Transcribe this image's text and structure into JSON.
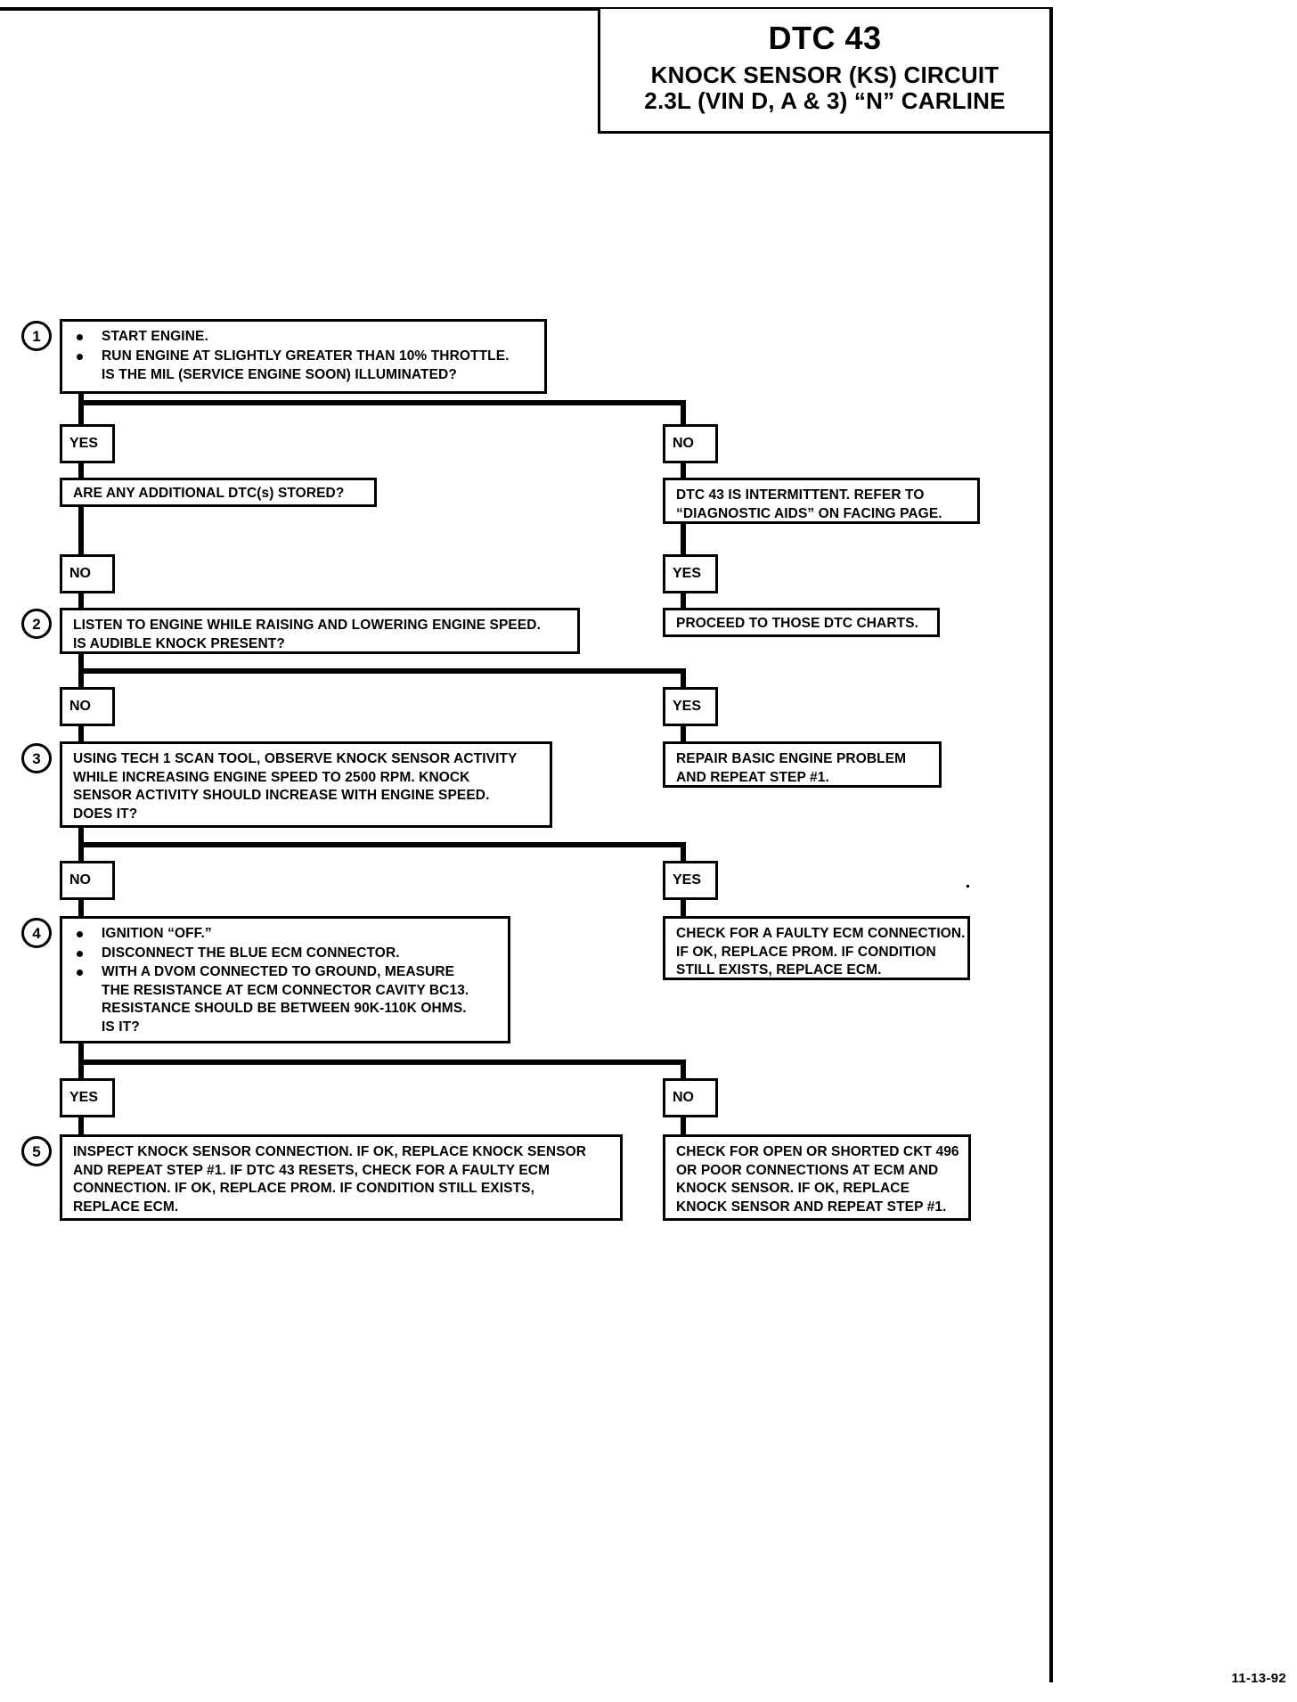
{
  "title": {
    "code": "DTC 43",
    "line2": "KNOCK SENSOR (KS) CIRCUIT",
    "line3": "2.3L  (VIN D, A & 3)  “N”  CARLINE"
  },
  "labels": {
    "yes": "YES",
    "no": "NO"
  },
  "steps": {
    "one": "1",
    "two": "2",
    "three": "3",
    "four": "4",
    "five": "5"
  },
  "boxes": {
    "step1": {
      "bullet1": "START ENGINE.",
      "bullet2": "RUN ENGINE AT SLIGHTLY GREATER THAN 10% THROTTLE.",
      "line3": "IS THE MIL (SERVICE ENGINE SOON) ILLUMINATED?"
    },
    "additional_dtc": {
      "line1": "ARE ANY ADDITIONAL DTC(s) STORED?"
    },
    "intermittent": {
      "line1": "DTC 43 IS INTERMITTENT.  REFER TO",
      "line2": "“DIAGNOSTIC AIDS” ON FACING PAGE."
    },
    "step2": {
      "line1": "LISTEN TO ENGINE WHILE RAISING AND LOWERING ENGINE SPEED.",
      "line2": "IS AUDIBLE KNOCK PRESENT?"
    },
    "proceed_charts": {
      "line1": "PROCEED TO THOSE DTC CHARTS."
    },
    "step3": {
      "line1": "USING TECH 1 SCAN TOOL, OBSERVE KNOCK SENSOR ACTIVITY",
      "line2": "WHILE INCREASING ENGINE SPEED TO 2500 RPM.  KNOCK",
      "line3": "SENSOR ACTIVITY SHOULD INCREASE WITH ENGINE SPEED.",
      "line4": "DOES IT?"
    },
    "repair_basic": {
      "line1": "REPAIR BASIC ENGINE PROBLEM",
      "line2": "AND REPEAT STEP #1."
    },
    "step4": {
      "bullet1": "IGNITION “OFF.”",
      "bullet2": "DISCONNECT THE BLUE ECM CONNECTOR.",
      "bullet3": "WITH A DVOM CONNECTED TO GROUND, MEASURE",
      "bullet3b": "THE RESISTANCE AT ECM CONNECTOR CAVITY BC13.",
      "bullet3c": "RESISTANCE SHOULD BE BETWEEN 90K-110K OHMS.",
      "bullet3d": "IS IT?"
    },
    "faulty_ecm": {
      "line1": "CHECK FOR A FAULTY ECM CONNECTION.",
      "line2": "IF OK, REPLACE PROM.  IF CONDITION",
      "line3": "STILL EXISTS, REPLACE ECM."
    },
    "step5": {
      "line1": "INSPECT KNOCK SENSOR CONNECTION.  IF OK, REPLACE KNOCK SENSOR",
      "line2": "AND REPEAT STEP #1.  IF DTC 43 RESETS, CHECK FOR A FAULTY ECM",
      "line3": "CONNECTION.  IF OK, REPLACE PROM.  IF CONDITION STILL EXISTS,",
      "line4": "REPLACE ECM."
    },
    "open_shorted": {
      "line1": "CHECK FOR OPEN OR SHORTED CKT 496",
      "line2": "OR POOR CONNECTIONS AT ECM AND",
      "line3": "KNOCK SENSOR.  IF OK, REPLACE",
      "line4": "KNOCK SENSOR AND REPEAT STEP #1."
    }
  },
  "footer": {
    "date": "11-13-92"
  }
}
